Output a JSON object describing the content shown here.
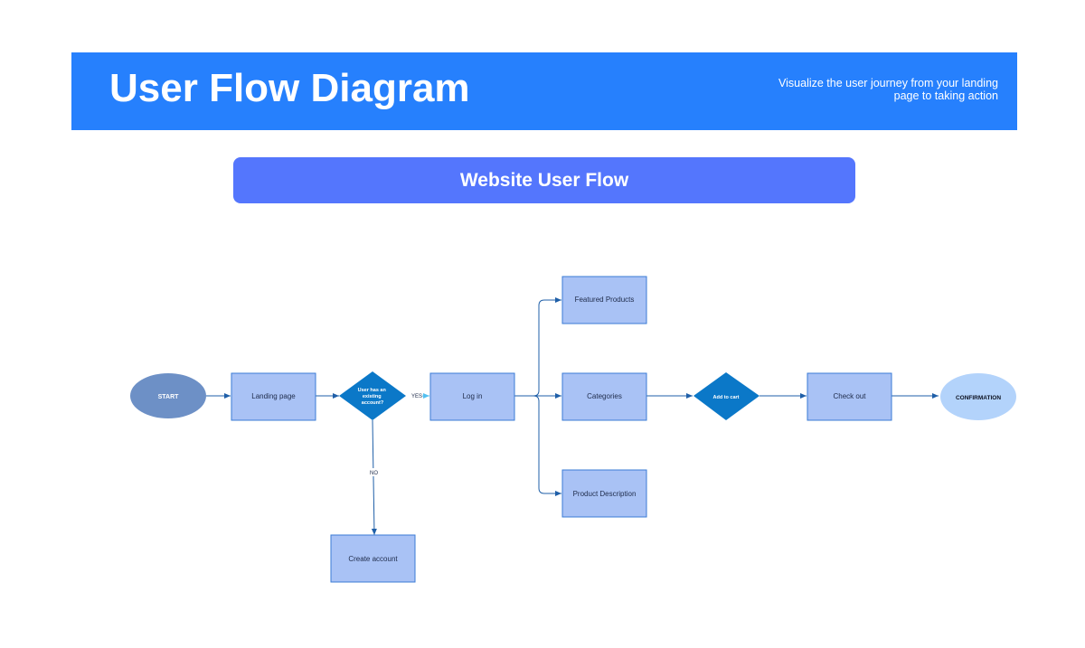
{
  "header": {
    "title": "User Flow Diagram",
    "subtitle": "Visualize the user journey from your landing page to taking action"
  },
  "banner": {
    "title": "Website User Flow"
  },
  "nodes": {
    "start": "START",
    "landing": "Landing page",
    "decision_account": [
      "User has an",
      "existing",
      "account?"
    ],
    "login": "Log in",
    "create_account": "Create account",
    "featured": "Featured Products",
    "categories": "Categories",
    "product_desc": "Product Description",
    "add_to_cart": "Add to cart",
    "checkout": "Check out",
    "confirmation": "CONFIRMATION"
  },
  "edge_labels": {
    "yes": "YES",
    "no": "NO"
  },
  "colors": {
    "header_bg": "#2680fd",
    "banner_bg": "#5476fd",
    "process_fill": "#a9c2f5",
    "process_stroke": "#3a7bd5",
    "decision_fill": "#0b78c8",
    "start_fill": "#6d90c6",
    "end_fill": "#b3d3fb",
    "edge": "#1f5fa8",
    "yes_arrow": "#54c0f0"
  }
}
